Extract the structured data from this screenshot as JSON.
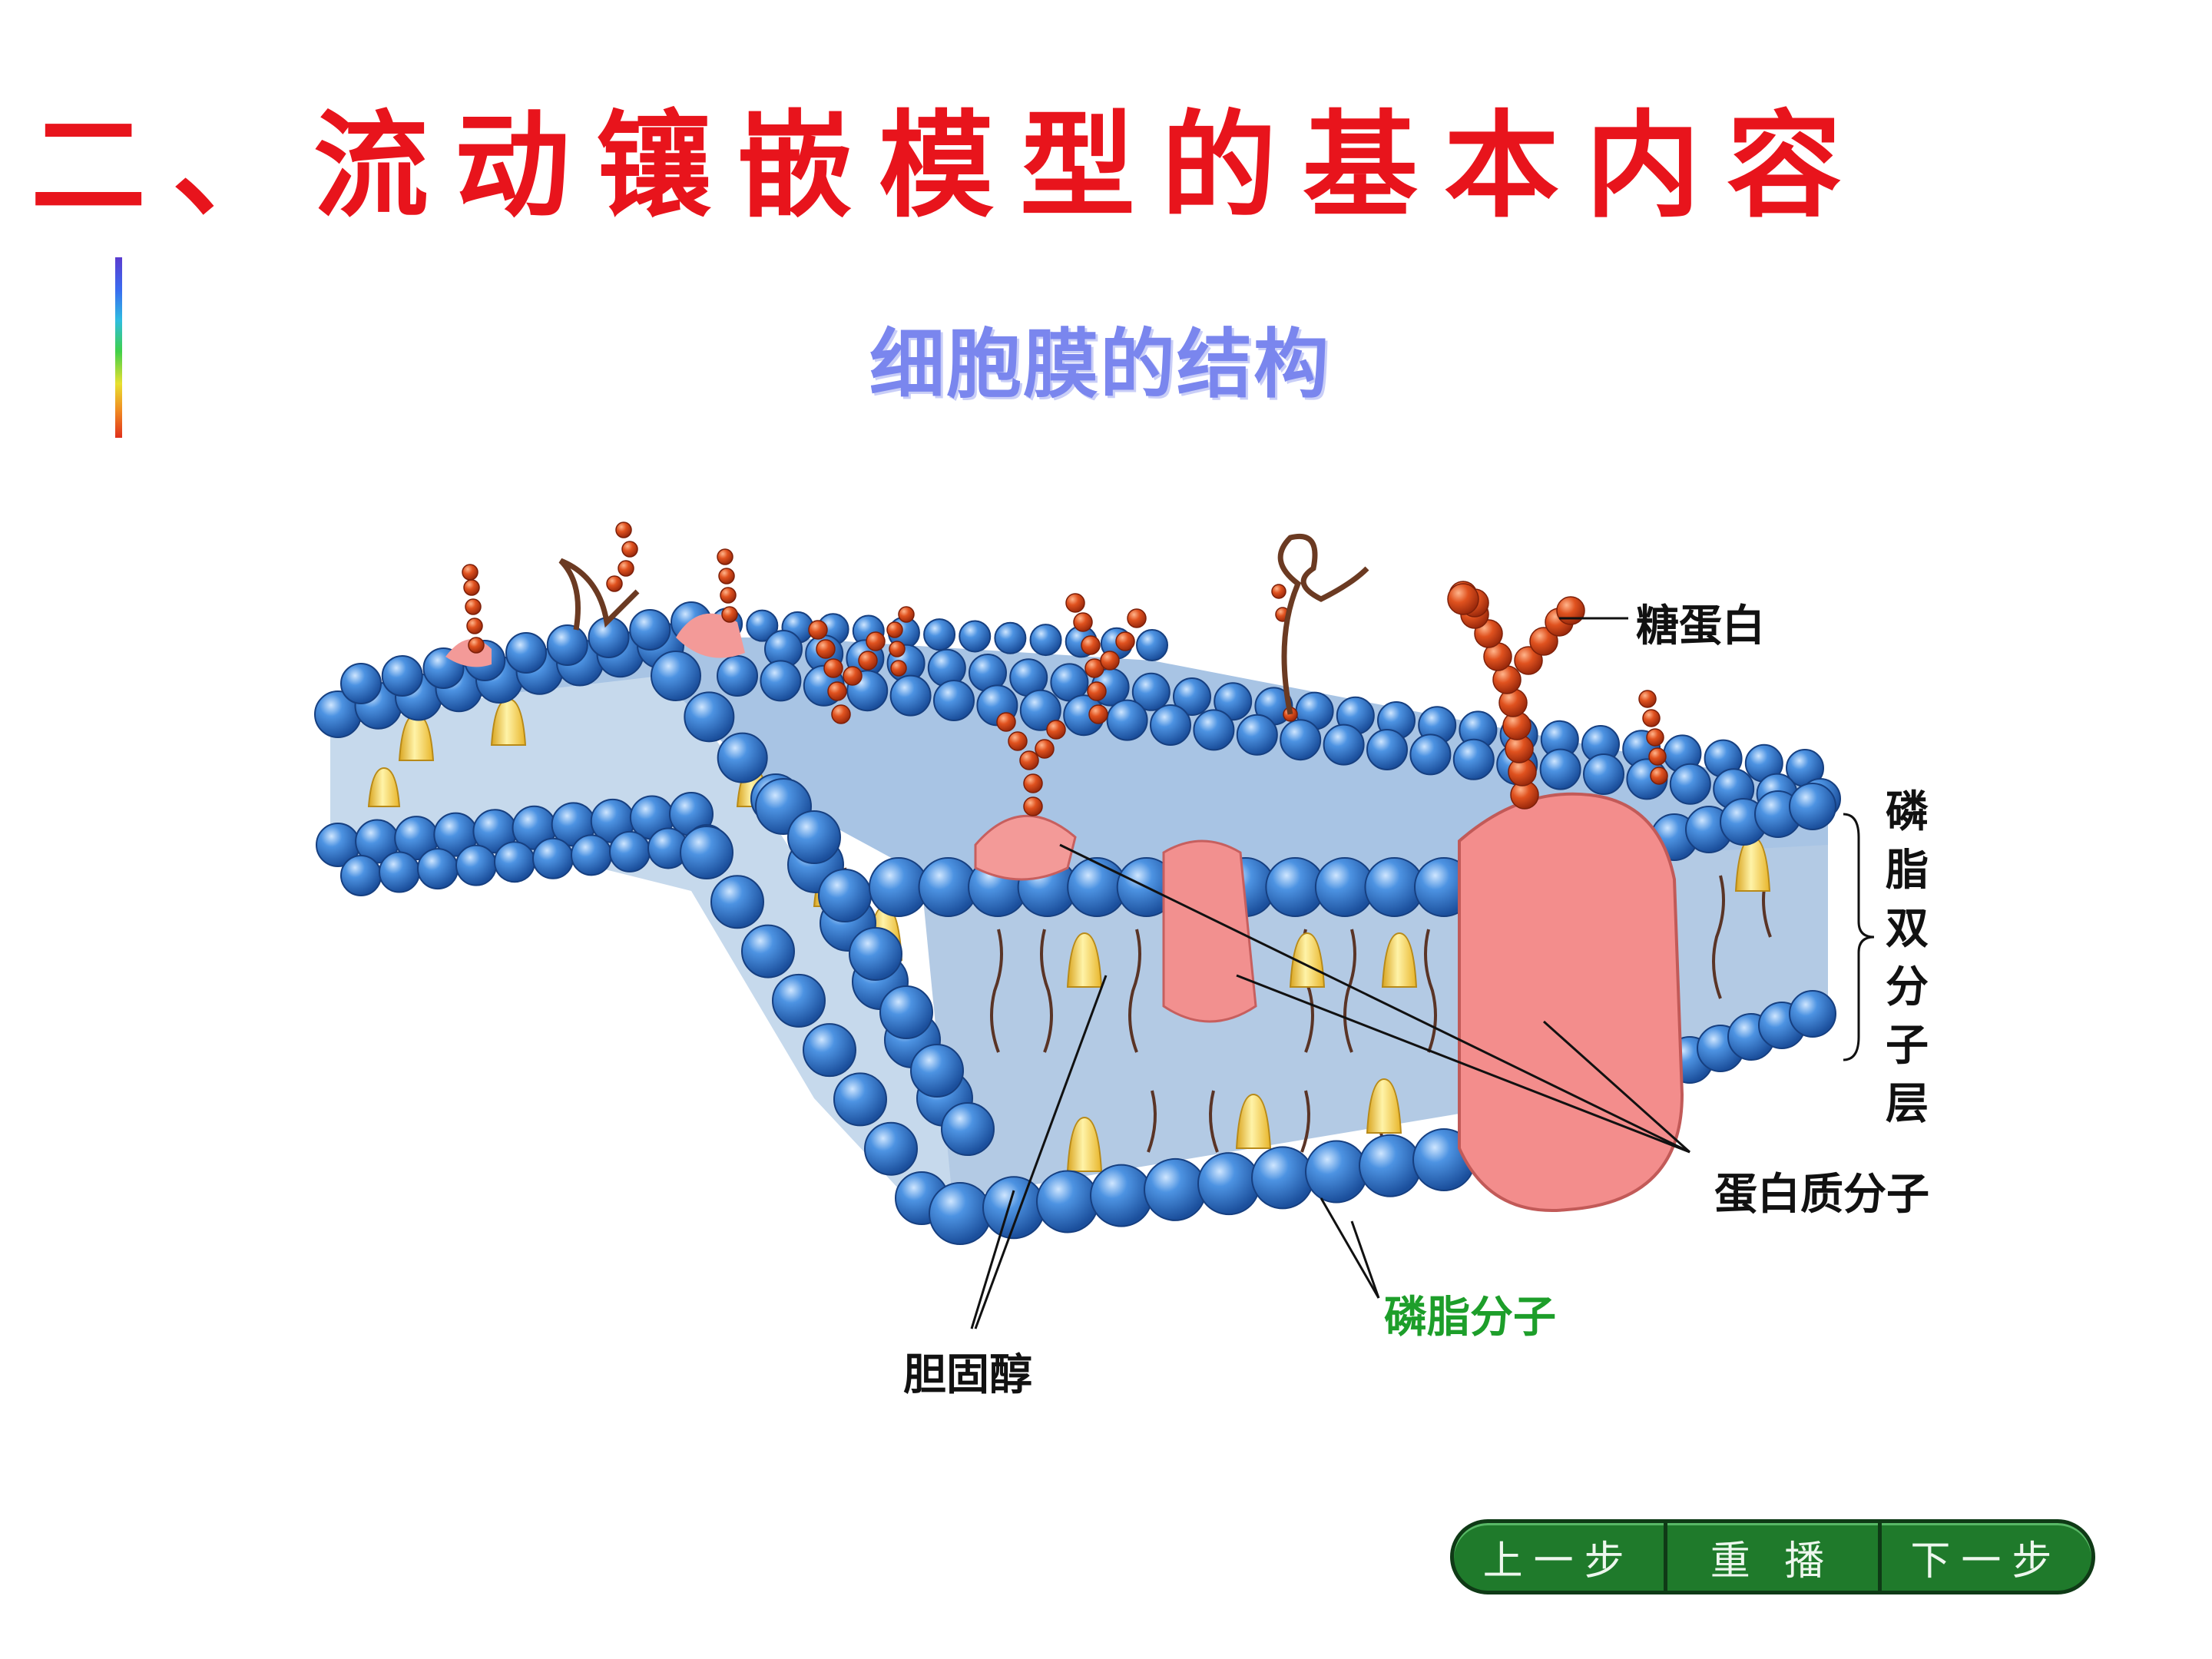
{
  "slide": {
    "title": "二、流动镶嵌模型的基本内容",
    "subtitle": "细胞膜的结构"
  },
  "labels": {
    "glycoprotein": "糖蛋白",
    "bilayer": "磷脂双分子层",
    "protein": "蛋白质分子",
    "phospholipid": "磷脂分子",
    "cholesterol": "胆固醇"
  },
  "nav": {
    "prev": "上一步",
    "replay": "重 播",
    "next": "下一步"
  },
  "colors": {
    "title": "#e8141c",
    "subtitle": "#7a86ee",
    "phospholipid_head": "#2f76cf",
    "protein": "#f2908f",
    "sugar_chain": "#d2451f",
    "cholesterol": "#f6d24a",
    "membrane_interior": "#b9cfe6",
    "nav_button": "#1f7a2b",
    "label_green": "#1d9e2a"
  }
}
